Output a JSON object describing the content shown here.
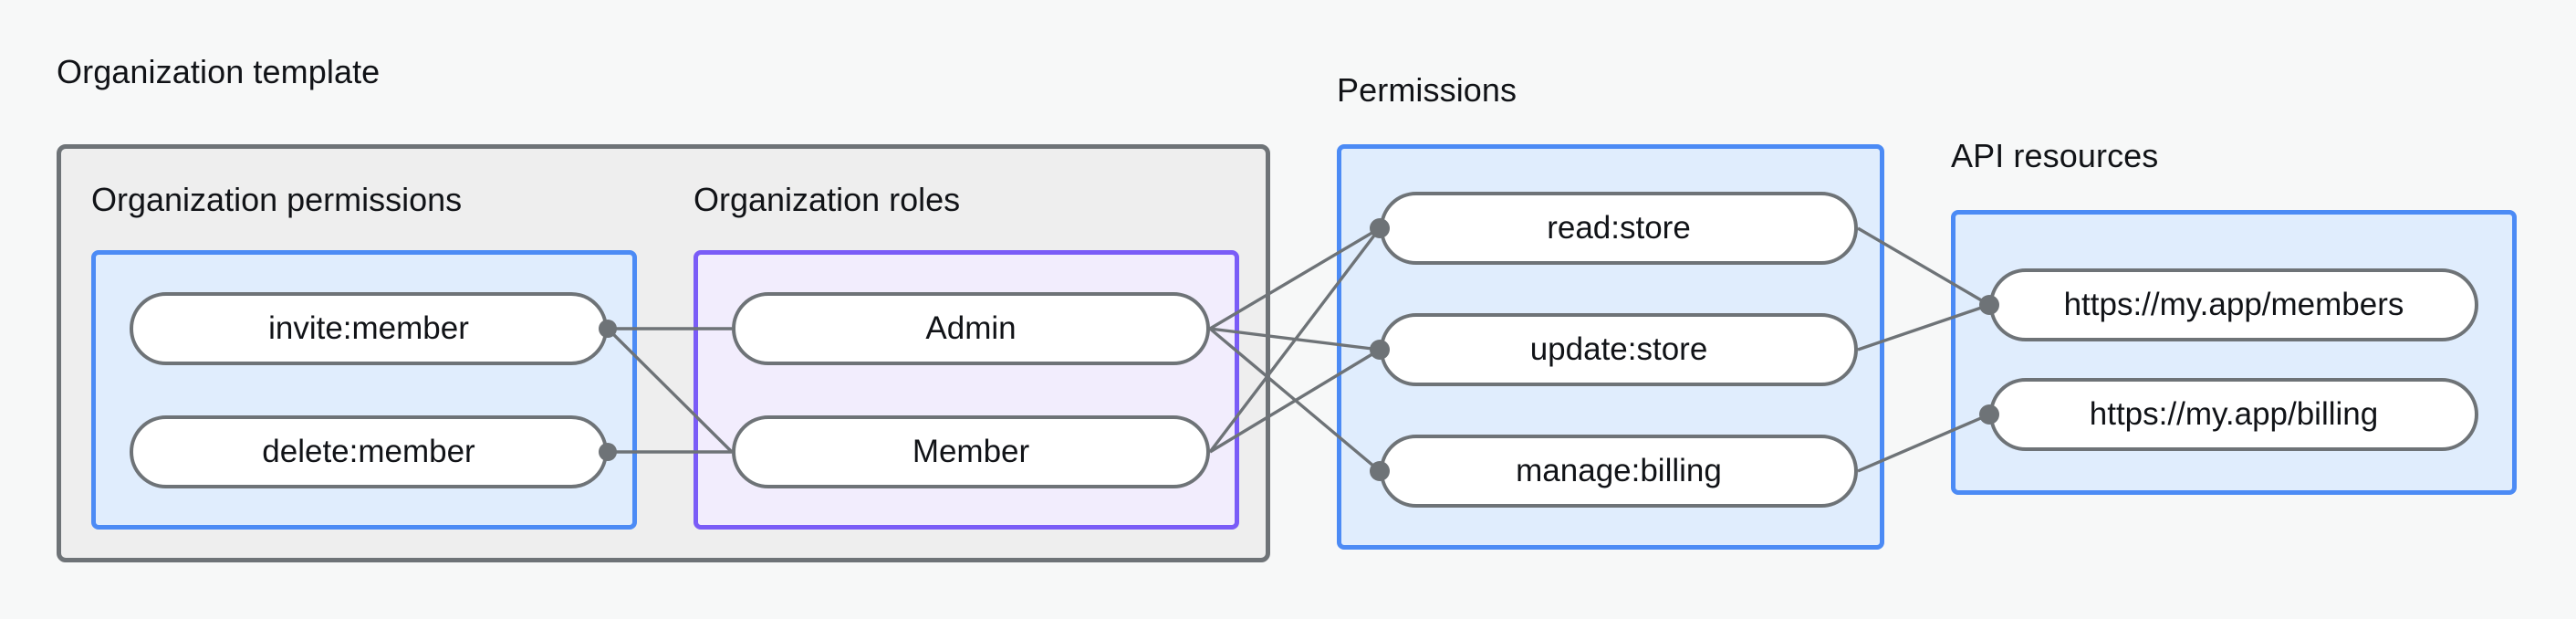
{
  "diagram": {
    "background_color": "#f7f8f8",
    "edge_color": "#6e7377",
    "groups": {
      "organization_template": {
        "label": "Organization template",
        "border_color": "#6e7377",
        "fill_color": "#eeeeee",
        "subgroups": {
          "organization_permissions": {
            "label": "Organization permissions",
            "border_color": "#4c8bf5",
            "fill_color": "#e0edfd",
            "nodes": [
              {
                "label": "invite:member"
              },
              {
                "label": "delete:member"
              }
            ]
          },
          "organization_roles": {
            "label": "Organization roles",
            "border_color": "#7a5cf7",
            "fill_color": "#f2edfd",
            "nodes": [
              {
                "label": "Admin"
              },
              {
                "label": "Member"
              }
            ]
          }
        }
      },
      "permissions": {
        "label": "Permissions",
        "border_color": "#4c8bf5",
        "fill_color": "#e0edfd",
        "nodes": [
          {
            "label": "read:store"
          },
          {
            "label": "update:store"
          },
          {
            "label": "manage:billing"
          }
        ]
      },
      "api_resources": {
        "label": "API resources",
        "border_color": "#4c8bf5",
        "fill_color": "#e0edfd",
        "nodes": [
          {
            "label": "https://my.app/members"
          },
          {
            "label": "https://my.app/billing"
          }
        ]
      }
    },
    "edges": [
      {
        "from": "invite:member",
        "to": "Admin"
      },
      {
        "from": "invite:member",
        "to": "Member"
      },
      {
        "from": "delete:member",
        "to": "Member"
      },
      {
        "from": "Admin",
        "to": "read:store"
      },
      {
        "from": "Admin",
        "to": "update:store"
      },
      {
        "from": "Admin",
        "to": "manage:billing"
      },
      {
        "from": "Member",
        "to": "read:store"
      },
      {
        "from": "Member",
        "to": "update:store"
      },
      {
        "from": "read:store",
        "to": "https://my.app/members"
      },
      {
        "from": "update:store",
        "to": "https://my.app/members"
      },
      {
        "from": "manage:billing",
        "to": "https://my.app/billing"
      }
    ]
  }
}
